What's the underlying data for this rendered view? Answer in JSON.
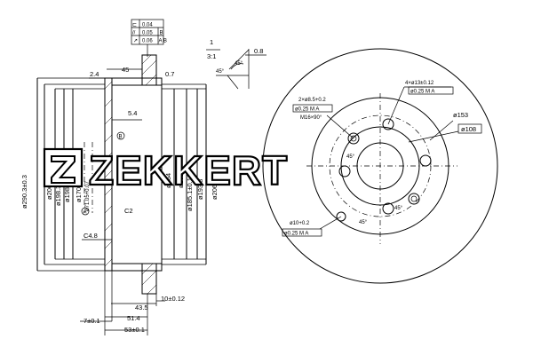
{
  "brand": {
    "watermark": "ZEKKERT"
  },
  "tolerance_frame": [
    {
      "symbol": "⊥",
      "value": "0.04",
      "datum": ""
    },
    {
      "symbol": "//",
      "value": "0.05",
      "datum": "B"
    },
    {
      "symbol": "↗",
      "value": "0.06",
      "datum": "A B"
    }
  ],
  "detail": {
    "scale_top": "1",
    "scale_bottom": "3:1",
    "dim_08": "0.8",
    "dim_45a": "45°",
    "dim_45b": "45°"
  },
  "section": {
    "dim_top_24": "2.4",
    "dim_top_45": "45",
    "dim_top_07": "0.7",
    "dim_54": "5.4",
    "dim_48": "C4.8",
    "dim_c2": "C2",
    "datum_a": "A",
    "datum_b": "B",
    "diameters": [
      "ø290.3±0.3",
      "ø206",
      "ø198.3",
      "ø198",
      "ø170",
      "ø71.05+0.07",
      "ø164",
      "ø182",
      "ø185.1±0.12",
      "ø193.8",
      "ø206.5"
    ],
    "bottom_dims": {
      "d_435": "43.5",
      "d_10": "10±0.12",
      "d_7": "7±0.1",
      "d_514": "51.4",
      "d_53": "53±0.1"
    }
  },
  "front_view": {
    "label_holes_4": "4×ø13±0.12",
    "label_pos_025_a": "ø0.25 M A",
    "label_holes_2": "2×ø8.5+0.2",
    "label_pos_025_b": "ø0.25 M A",
    "label_thread": "M16×90°",
    "label_153": "ø153",
    "label_108": "ø108",
    "label_10": "ø10+0.2",
    "label_pos_025_c": "ø0.25 M A",
    "angle_1": "45°",
    "angle_2": "45°",
    "angle_3": "45°"
  }
}
